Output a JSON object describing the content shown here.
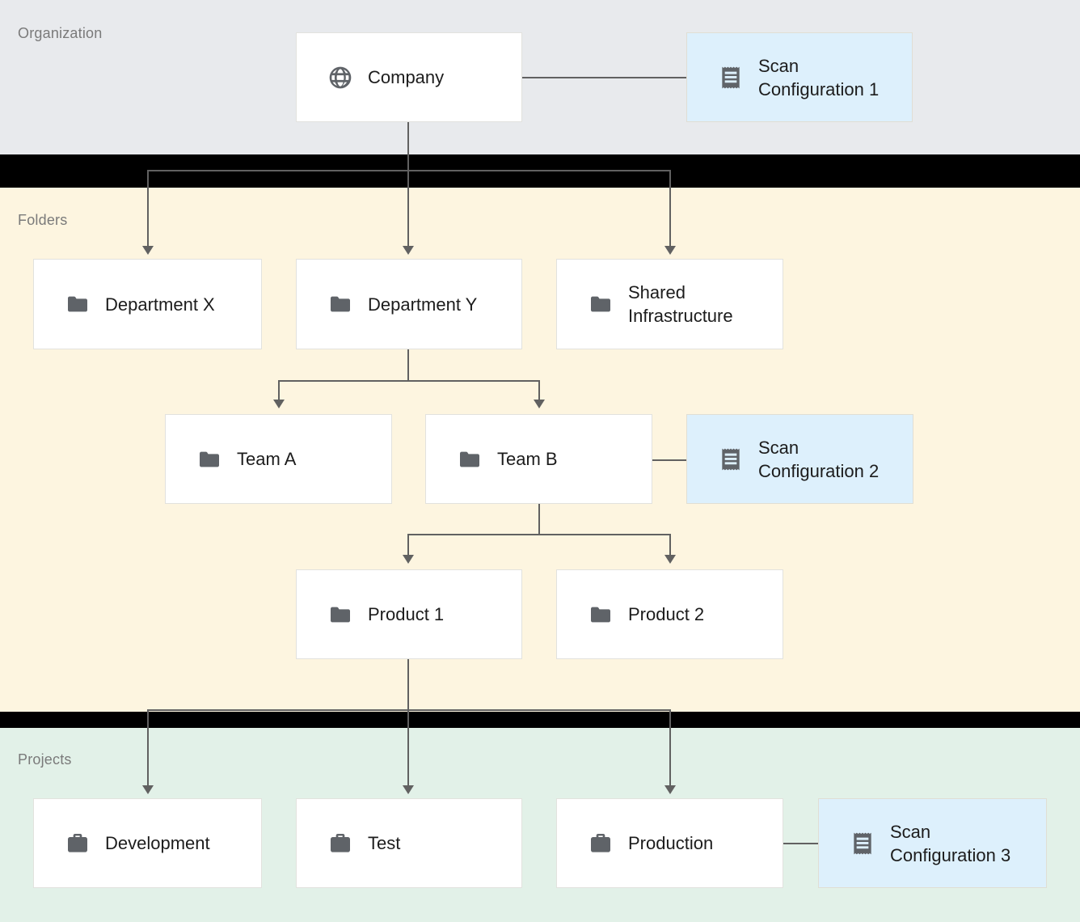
{
  "diagram": {
    "title": "Organization resource hierarchy with scan configurations",
    "colors": {
      "organization_band": "#e8eaed",
      "folders_band": "#fdf5e0",
      "projects_band": "#e2f1e8",
      "gap": "#000000",
      "node_fill": "#ffffff",
      "node_border": "#e2e2de",
      "scan_fill": "#ddf0fc",
      "scan_border": "#e0ded4",
      "connector": "#616161",
      "label_text": "#7a7a7a",
      "node_text": "#1c1c1c",
      "icon": "#5f6368"
    }
  },
  "sections": [
    {
      "id": "organization",
      "label": "Organization"
    },
    {
      "id": "folders",
      "label": "Folders"
    },
    {
      "id": "projects",
      "label": "Projects"
    }
  ],
  "nodes": {
    "company": {
      "label": "Company",
      "icon": "globe-icon",
      "type": "organization"
    },
    "scan_config_1": {
      "label": "Scan\nConfiguration 1",
      "icon": "receipt-icon",
      "type": "scan-configuration"
    },
    "department_x": {
      "label": "Department X",
      "icon": "folder-icon",
      "type": "folder"
    },
    "department_y": {
      "label": "Department Y",
      "icon": "folder-icon",
      "type": "folder"
    },
    "shared_infra": {
      "label": "Shared\nInfrastructure",
      "icon": "folder-icon",
      "type": "folder"
    },
    "team_a": {
      "label": "Team A",
      "icon": "folder-icon",
      "type": "folder"
    },
    "team_b": {
      "label": "Team B",
      "icon": "folder-icon",
      "type": "folder"
    },
    "scan_config_2": {
      "label": "Scan\nConfiguration 2",
      "icon": "receipt-icon",
      "type": "scan-configuration"
    },
    "product_1": {
      "label": "Product 1",
      "icon": "folder-icon",
      "type": "folder"
    },
    "product_2": {
      "label": "Product 2",
      "icon": "folder-icon",
      "type": "folder"
    },
    "development": {
      "label": "Development",
      "icon": "briefcase-icon",
      "type": "project"
    },
    "test": {
      "label": "Test",
      "icon": "briefcase-icon",
      "type": "project"
    },
    "production": {
      "label": "Production",
      "icon": "briefcase-icon",
      "type": "project"
    },
    "scan_config_3": {
      "label": "Scan\nConfiguration 3",
      "icon": "receipt-icon",
      "type": "scan-configuration"
    }
  },
  "edges": [
    {
      "from": "company",
      "to": "scan_config_1",
      "style": "plain"
    },
    {
      "from": "company",
      "to": "department_x",
      "style": "arrow"
    },
    {
      "from": "company",
      "to": "department_y",
      "style": "arrow"
    },
    {
      "from": "company",
      "to": "shared_infra",
      "style": "arrow"
    },
    {
      "from": "department_y",
      "to": "team_a",
      "style": "arrow"
    },
    {
      "from": "department_y",
      "to": "team_b",
      "style": "arrow"
    },
    {
      "from": "team_b",
      "to": "scan_config_2",
      "style": "plain"
    },
    {
      "from": "team_b",
      "to": "product_1",
      "style": "arrow"
    },
    {
      "from": "team_b",
      "to": "product_2",
      "style": "arrow"
    },
    {
      "from": "product_1",
      "to": "development",
      "style": "arrow"
    },
    {
      "from": "product_1",
      "to": "test",
      "style": "arrow"
    },
    {
      "from": "product_1",
      "to": "production",
      "style": "arrow"
    },
    {
      "from": "production",
      "to": "scan_config_3",
      "style": "plain"
    }
  ]
}
